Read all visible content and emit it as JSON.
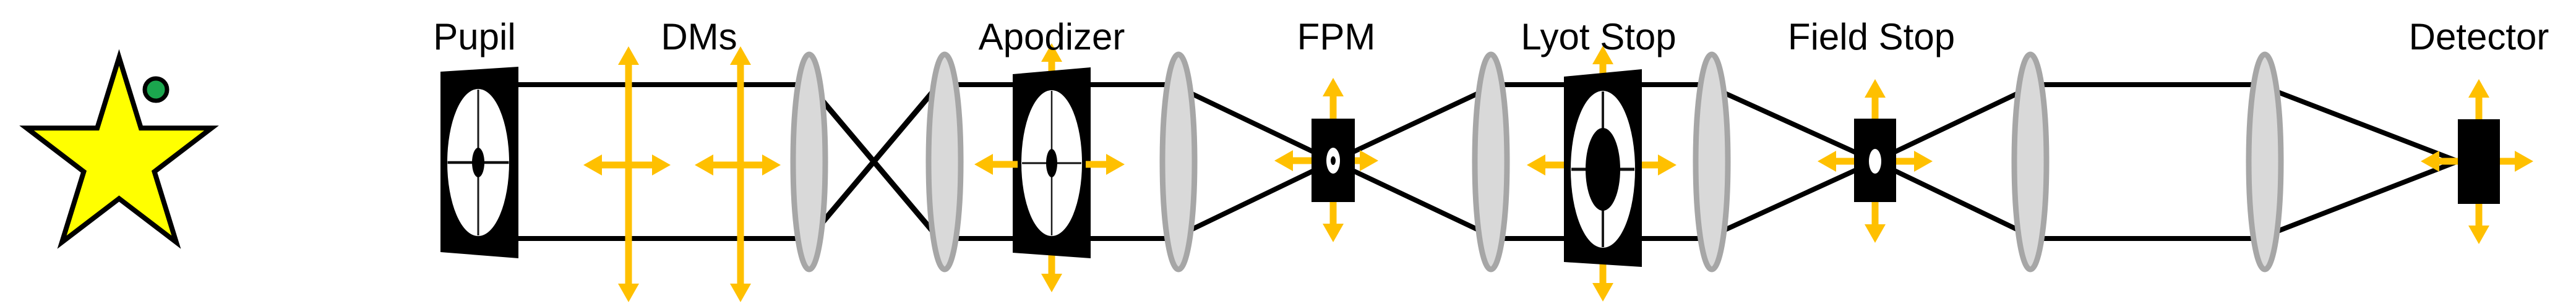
{
  "diagram": {
    "labels": {
      "pupil": "Pupil",
      "dms": "DMs",
      "apodizer": "Apodizer",
      "fpm": "FPM",
      "lyot_stop": "Lyot Stop",
      "field_stop": "Field Stop",
      "detector": "Detector"
    },
    "colors": {
      "arrow": "#FFC000",
      "lens_fill": "#D9D9D9",
      "lens_stroke": "#A6A6A6",
      "beam": "#000000",
      "star_fill": "#FFFF00",
      "planet_fill": "#1BA64E"
    }
  }
}
